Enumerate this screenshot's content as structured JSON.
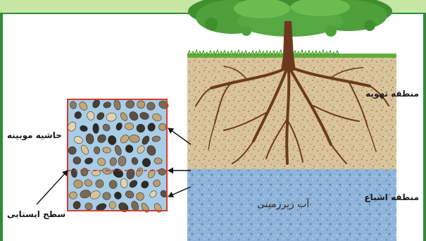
{
  "labels": {
    "aeration_zone": "منطقه تهویه",
    "saturation_zone": "منطقه اشباع",
    "groundwater": "آب زیرزمینی",
    "capillary_fringe": "حاشیه موبینه",
    "water_table": "سطح ایستابی"
  },
  "colors": {
    "frame_green": "#2e8b3a",
    "header_band": "#c6e6a4",
    "soil": "#d9c39a",
    "saturated": "#8fb3d9",
    "roots": "#6b3a1c",
    "canopy": "#3f8f2e",
    "grass": "#5fae3a",
    "inset_border": "#d63b2c",
    "water_table_line": "#c0392b"
  },
  "icons": [
    "tree-icon",
    "pebbles-icon",
    "arrow-icon"
  ]
}
